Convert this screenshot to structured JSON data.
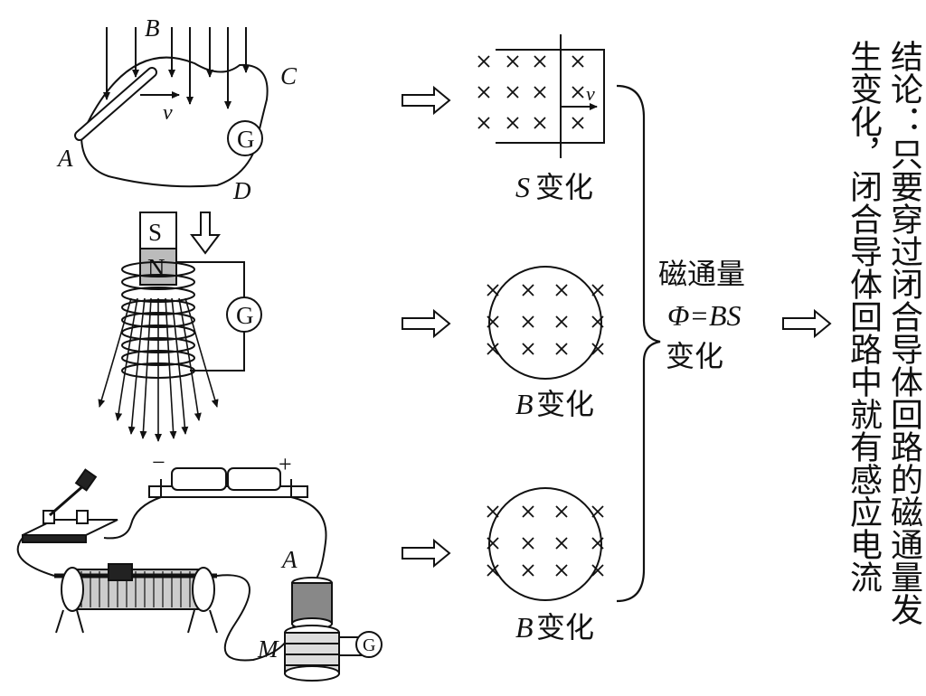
{
  "setups": {
    "rod": {
      "field": "B",
      "point_a": "A",
      "point_c": "C",
      "point_d": "D",
      "velocity": "v",
      "meter": "G"
    },
    "magnet": {
      "pole_top": "S",
      "pole_bottom": "N",
      "meter": "G"
    },
    "circuit": {
      "minus": "−",
      "plus": "+",
      "coil_a": "A",
      "coil_m": "M",
      "meter": "G"
    }
  },
  "cases": {
    "area": {
      "symbol": "S",
      "text": "变化",
      "velocity": "v"
    },
    "field1": {
      "symbol": "B",
      "text": "变化"
    },
    "field2": {
      "symbol": "B",
      "text": "变化"
    }
  },
  "flux": {
    "line1": "磁通量",
    "formula": "Φ=BS",
    "line2": "变化"
  },
  "conclusion": {
    "col1": "结论：只要穿过闭合导体回路的磁通量发",
    "col2": "生变化，闭合导体回路中就有感应电流"
  }
}
